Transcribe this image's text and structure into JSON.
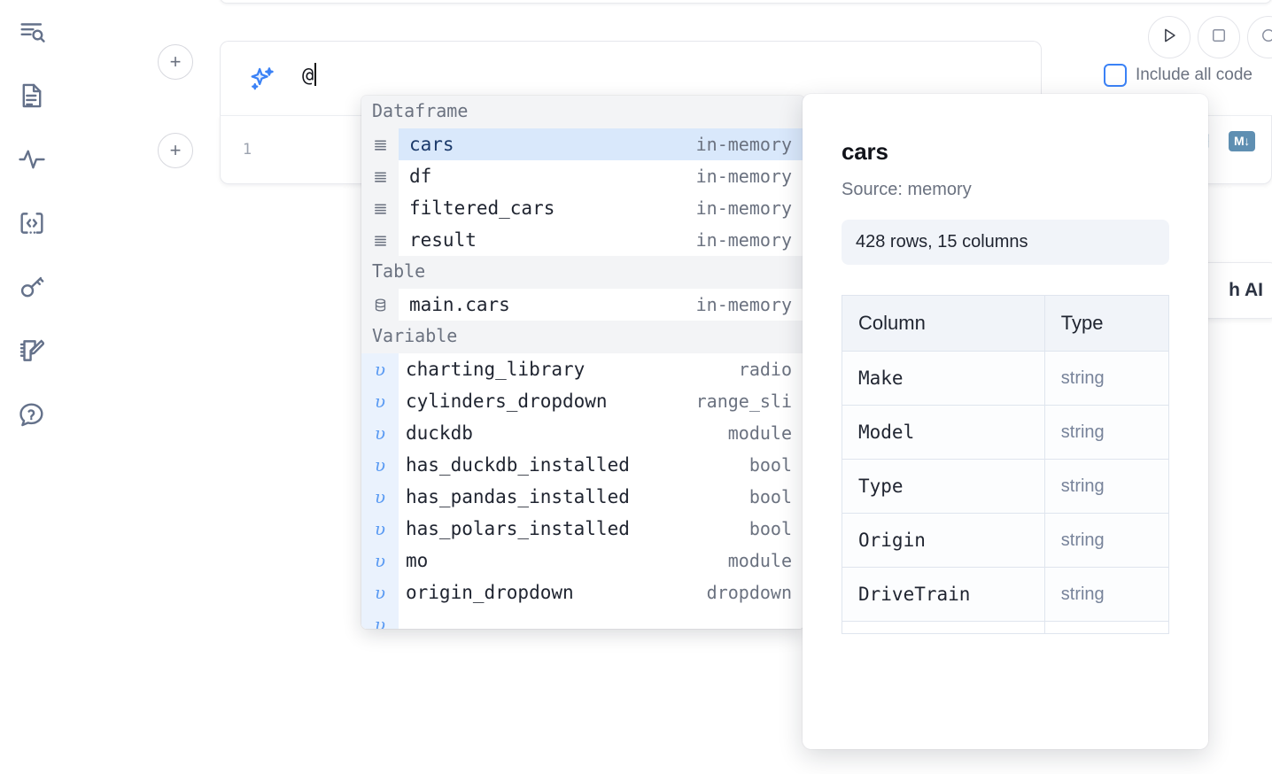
{
  "sidebar": {
    "items": [
      {
        "name": "explore-search",
        "icon": "list-search-icon"
      },
      {
        "name": "notebook-file",
        "icon": "document-icon"
      },
      {
        "name": "activity",
        "icon": "activity-pulse-icon"
      },
      {
        "name": "snippets",
        "icon": "code-brackets-icon"
      },
      {
        "name": "secrets",
        "icon": "key-icon"
      },
      {
        "name": "scratchpad",
        "icon": "notebook-pencil-icon"
      },
      {
        "name": "help",
        "icon": "help-chat-icon"
      }
    ]
  },
  "toolbar": {
    "run_icon": "play-icon",
    "stop_icon": "stop-square-icon",
    "extra_icon": "circle-icon",
    "include_all_code_label": "Include all code",
    "include_all_code_checked": false
  },
  "ai_prompt": {
    "icon": "sparkle-ai-icon",
    "value": "@",
    "placeholder": ""
  },
  "cell": {
    "line_number": "1",
    "database_icon": "database-icon",
    "markdown_badge": "M↓"
  },
  "ghost_button": {
    "label": "h AI"
  },
  "autocomplete": {
    "groups": [
      {
        "title": "Dataframe",
        "icon": "dataframe-lines-icon",
        "kind": "dataframe",
        "items": [
          {
            "name": "cars",
            "type": "in-memory",
            "selected": true
          },
          {
            "name": "df",
            "type": "in-memory",
            "selected": false
          },
          {
            "name": "filtered_cars",
            "type": "in-memory",
            "selected": false
          },
          {
            "name": "result",
            "type": "in-memory",
            "selected": false
          }
        ]
      },
      {
        "title": "Table",
        "icon": "database-icon",
        "kind": "table",
        "items": [
          {
            "name": "main.cars",
            "type": "in-memory",
            "selected": false
          }
        ]
      },
      {
        "title": "Variable",
        "icon": "variable-upsilon-icon",
        "kind": "variable",
        "items": [
          {
            "name": "charting_library",
            "type": "radio",
            "selected": false
          },
          {
            "name": "cylinders_dropdown",
            "type": "range_sli",
            "selected": false
          },
          {
            "name": "duckdb",
            "type": "module",
            "selected": false
          },
          {
            "name": "has_duckdb_installed",
            "type": "bool",
            "selected": false
          },
          {
            "name": "has_pandas_installed",
            "type": "bool",
            "selected": false
          },
          {
            "name": "has_polars_installed",
            "type": "bool",
            "selected": false
          },
          {
            "name": "mo",
            "type": "module",
            "selected": false
          },
          {
            "name": "origin_dropdown",
            "type": "dropdown",
            "selected": false
          }
        ]
      }
    ]
  },
  "detail_panel": {
    "title": "cars",
    "source": "Source: memory",
    "shape": "428 rows, 15 columns",
    "columns_header": "Column",
    "type_header": "Type",
    "rows": [
      {
        "column": "Make",
        "type": "string"
      },
      {
        "column": "Model",
        "type": "string"
      },
      {
        "column": "Type",
        "type": "string"
      },
      {
        "column": "Origin",
        "type": "string"
      },
      {
        "column": "DriveTrain",
        "type": "string"
      }
    ]
  },
  "colors": {
    "accent_blue": "#3b82f6",
    "selected_row": "#d9e8fb",
    "icon_gray": "#6b7280",
    "tool_blue": "#5f8fb2"
  }
}
